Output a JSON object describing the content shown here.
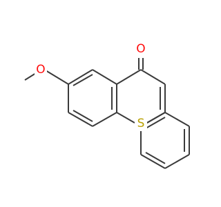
{
  "molecule": {
    "atoms": {
      "oxygen_carbonyl": {
        "symbol": "O",
        "color": "#ff0d0d"
      },
      "sulfur": {
        "symbol": "S",
        "color": "#b8a000"
      },
      "oxygen_methoxy": {
        "symbol": "O",
        "color": "#ff0d0d"
      }
    },
    "bond_color": "#3a3a3a"
  }
}
